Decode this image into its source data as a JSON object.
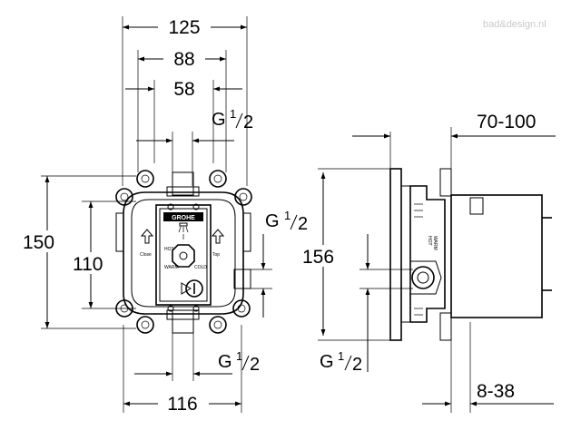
{
  "watermark": "bad&design.nl",
  "front_view": {
    "brand": "GROHE",
    "dims": {
      "width_total": "125",
      "width_inner": "88",
      "width_center": "58",
      "height_total": "150",
      "height_inner": "110",
      "width_bottom": "116"
    },
    "threads": {
      "top": {
        "prefix": "G",
        "num": "1",
        "den": "2"
      },
      "right": {
        "prefix": "G",
        "num": "1",
        "den": "2"
      },
      "bottom": {
        "prefix": "G",
        "num": "1",
        "den": "2"
      }
    },
    "labels": {
      "label_left": "Close",
      "label_right": "Top",
      "hot": "HOT",
      "cold": "COLD",
      "warm": "WARM"
    }
  },
  "side_view": {
    "dims": {
      "depth_range": "70-100",
      "height": "156",
      "adjust_range": "8-38"
    },
    "thread": {
      "prefix": "G",
      "num": "1",
      "den": "2"
    },
    "labels": {
      "warm": "WARM",
      "hot": "HOT"
    }
  }
}
